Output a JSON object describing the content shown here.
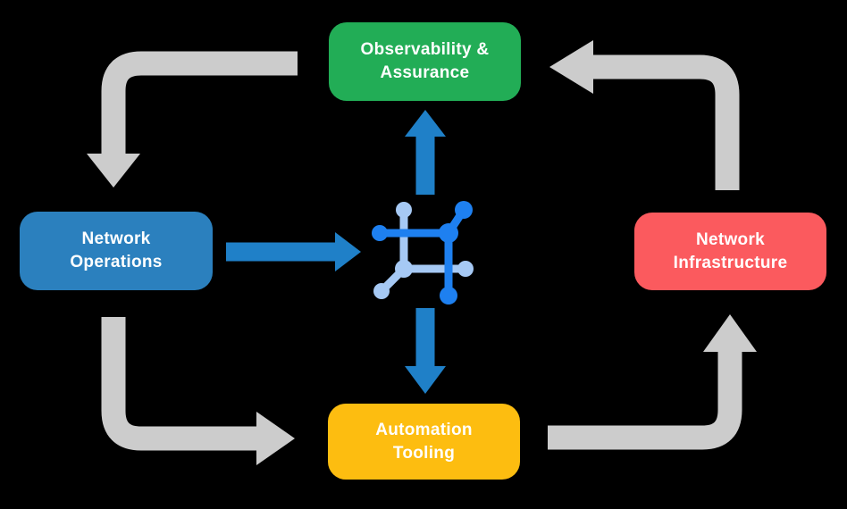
{
  "nodes": {
    "observability": {
      "label": "Observability &\nAssurance"
    },
    "operations": {
      "label": "Network\nOperations"
    },
    "infrastructure": {
      "label": "Network\nInfrastructure"
    },
    "automation": {
      "label": "Automation\nTooling"
    }
  },
  "icons": {
    "center": "network-mesh-icon"
  },
  "flows": {
    "gray_cycle": [
      "observability-to-operations",
      "operations-to-automation",
      "automation-to-infrastructure",
      "infrastructure-to-observability"
    ],
    "blue": [
      "operations-to-center",
      "center-to-observability",
      "center-to-automation"
    ]
  },
  "colors": {
    "background": "#000000",
    "observability_box": "#22AD56",
    "operations_box": "#2B80BE",
    "infrastructure_box": "#FB5A5E",
    "automation_box": "#FDBD10",
    "arrow_blue": "#1F80C8",
    "arrow_gray": "#CCCCCC",
    "icon_blue": "#1E80F0",
    "icon_light_blue": "#A6C9F4",
    "text": "#FFFFFF"
  }
}
